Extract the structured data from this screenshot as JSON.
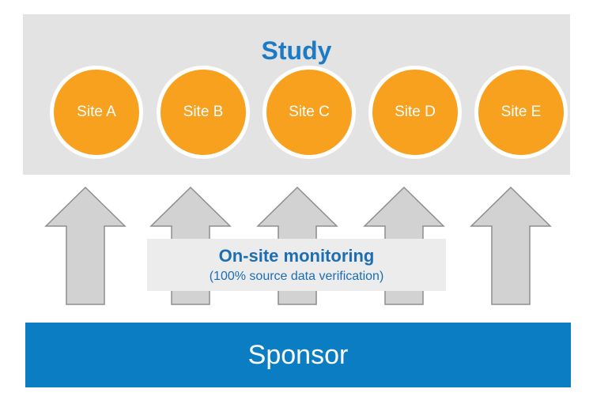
{
  "study": {
    "title": "Study",
    "sites": [
      "Site A",
      "Site B",
      "Site C",
      "Site D",
      "Site E"
    ]
  },
  "monitoring": {
    "title": "On-site monitoring",
    "subtitle": "(100% source data verification)"
  },
  "sponsor": {
    "label": "Sponsor"
  },
  "colors": {
    "study_title": "#1d7bc6",
    "site_fill": "#f7a11f",
    "arrow_fill": "#d2d2d2",
    "arrow_stroke": "#8e8e8e",
    "sponsor_fill": "#0b7dc3"
  }
}
